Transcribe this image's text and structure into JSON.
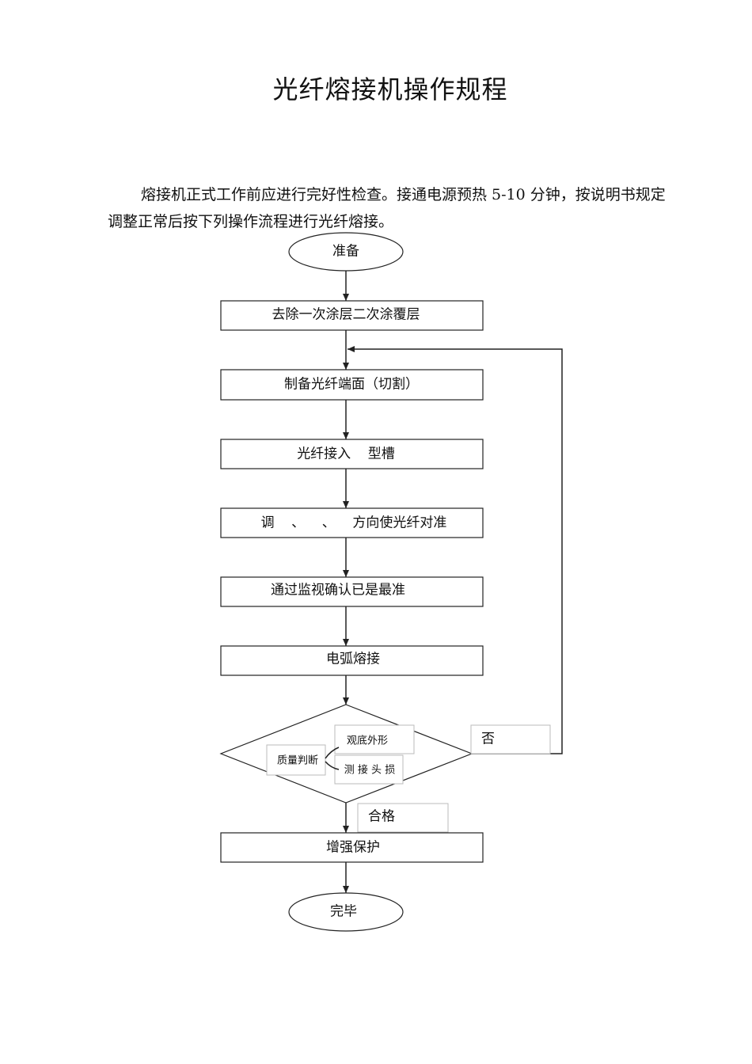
{
  "title": "光纤熔接机操作规程",
  "intro": "熔接机正式工作前应进行完好性检查。接通电源预热 5-10 分钟，按说明书规定调整正常后按下列操作流程进行光纤熔接。",
  "flow": {
    "start": "准备",
    "step1": "去除一次涂层二次涂覆层",
    "step2": "制备光纤端面（切割）",
    "step3": "光纤接入    型槽",
    "step4": "调    、    、    方向使光纤对准",
    "step5": "通过监视确认已是最准",
    "step6": "电弧熔接",
    "decision": {
      "label": "质量判断",
      "check1": "观底外形",
      "check2": "测 接 头 损"
    },
    "no_label": "否",
    "yes_label": "合格",
    "step7": "增强保护",
    "end": "完毕"
  }
}
